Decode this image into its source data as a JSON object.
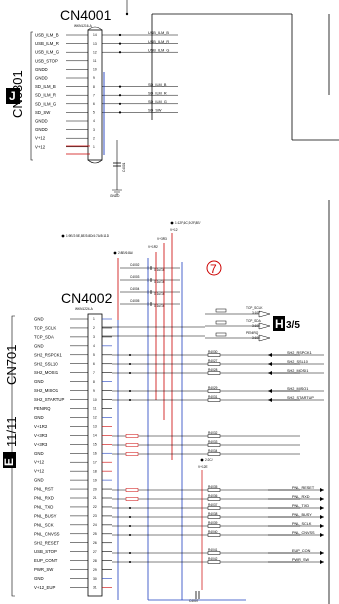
{
  "cn4001": {
    "title": "CN4001",
    "part": "WKN1216-A",
    "vertical_label": "CN6301",
    "badge": "J",
    "pins": [
      "USB_ILM_B",
      "USB_ILM_R",
      "USB_ILM_G",
      "USB_STOP",
      "GNDD",
      "GNDD",
      "SD_ILM_B",
      "SD_ILM_R",
      "SD_ILM_G",
      "SD_SW",
      "GNDD",
      "GNDD",
      "V+12",
      "V+12"
    ],
    "pin_numbers": [
      "14",
      "13",
      "12",
      "11",
      "10",
      "9",
      "8",
      "7",
      "6",
      "5",
      "4",
      "3",
      "2",
      "1"
    ],
    "right_signals": [
      "USB_ILM_B",
      "USB_ILM_R",
      "USB_ILM_G",
      "",
      "",
      "",
      "SD_ILM_B",
      "SD_ILM_R",
      "SD_ILM_G",
      "SD_SW"
    ],
    "ground": "GNDD",
    "cap": "C4001"
  },
  "cn4002": {
    "title": "CN4002",
    "part": "WKN1224-A",
    "vertical_label": "CN701",
    "badge": "E",
    "side_label": "11/11",
    "pins": [
      "GND",
      "TCP_SCLK",
      "TCP_SDA",
      "GND",
      "SH2_RSPCK1",
      "SH2_SSL10",
      "SH2_MOSI1",
      "GND",
      "SH2_MISO1",
      "SH2_STARTUP",
      "PENIRQ",
      "GND",
      "V+1R2",
      "V+3R3",
      "V+3R3",
      "GND",
      "V+12",
      "V+12",
      "GND",
      "PNL_RST",
      "PNL_RXD",
      "PNL_TXD",
      "PNL_BUSY",
      "PNL_SCK",
      "PNL_CNVSS",
      "SH2_RESET",
      "USB_STOP",
      "EUP_CONT",
      "PWR_SW",
      "GND",
      "V+12_EUP"
    ]
  },
  "top_nets": {
    "n1": "1:12F,6C,9:2F,8E/",
    "n1_v": "V+12",
    "n2": "1:9E/2:5E,8E/3:8D/4:7A/5:11D",
    "n3": "2:8E/6:8A/",
    "v3r3": "V+3R3",
    "v1r2": "V+1R2"
  },
  "caps": [
    {
      "ref": "C4002",
      "val": "0.1u/16"
    },
    {
      "ref": "C4003",
      "val": "0.1u/16"
    },
    {
      "ref": "C4004",
      "val": "0.1u/16"
    },
    {
      "ref": "C4005",
      "val": "0.1u/16"
    }
  ],
  "marker": "7",
  "tcp": {
    "sclk": "TCP_SCLK",
    "sclk_ref": "3:10F",
    "sda": "TCP_SDA",
    "sda_ref": "3:10E",
    "penirq": "PENIRQ",
    "penirq_ref": "3:10E",
    "badge": "H",
    "badge_ref": "3/5"
  },
  "resistors": [
    "R4030",
    "R4027",
    "R4028",
    "R4029",
    "R4031",
    "R4032",
    "R4033",
    "R4034",
    "R4035",
    "R4036",
    "R4037",
    "R4038",
    "R4039",
    "R4040",
    "R4041",
    "R4042",
    "R4043",
    "R4044"
  ],
  "right_nets_mid": [
    "SH2_RSPCK1",
    "SH2_SSL10",
    "SH2_MOSI1",
    "SH2_MISO1",
    "SH2_STARTUP"
  ],
  "v12e": {
    "ref": "2:2C/",
    "label": "V+12E"
  },
  "right_nets_low": [
    "PNL_RESET",
    "PNL_RXD",
    "PNL_TXD",
    "PNL_BUSY",
    "PNL_SCLK",
    "PNL_CNVSS",
    "EUP_CON",
    "PWR_SW"
  ],
  "cap_low": {
    "ref": "C4007",
    "val": "0.1u/16"
  }
}
